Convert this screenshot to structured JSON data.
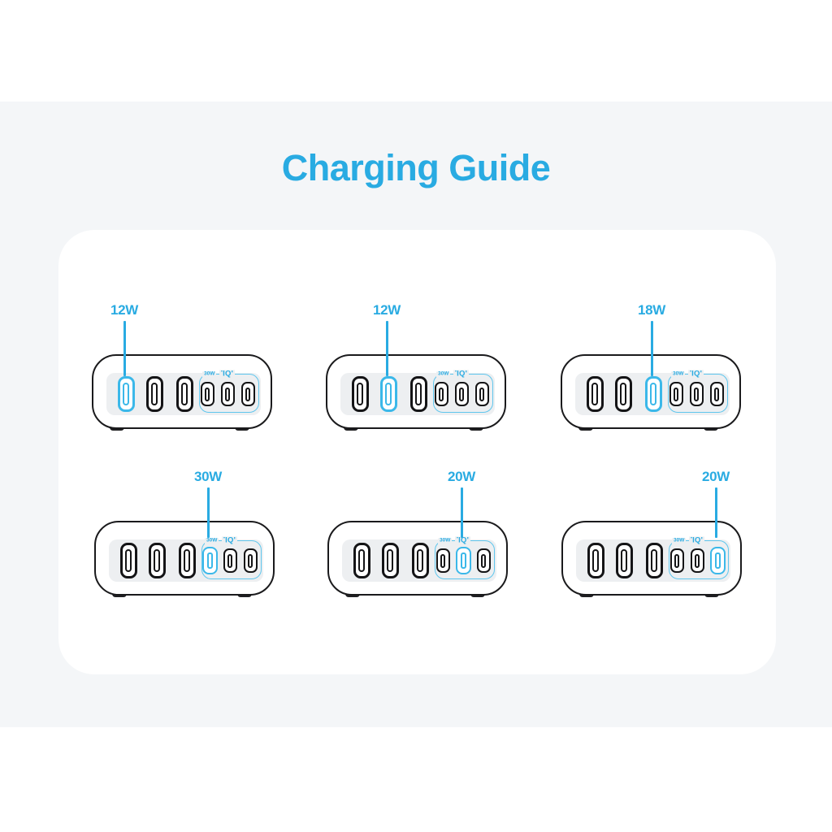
{
  "title": "Charging Guide",
  "colors": {
    "accent": "#29ABE2",
    "port_highlight": "#3BB8E9",
    "iq_box_border": "#5FC6ED",
    "device_outline": "#1A1A1C",
    "band_background": "#F4F6F8",
    "panel_background": "#FFFFFF",
    "port_strip_background": "#EDEFF1"
  },
  "iq_group": {
    "wattage_label": "30W",
    "logo_prefix": "•",
    "logo": "IQ'"
  },
  "chargers": [
    {
      "wattage": "12W",
      "highlighted_port": 1,
      "ports_total": 6
    },
    {
      "wattage": "12W",
      "highlighted_port": 2,
      "ports_total": 6
    },
    {
      "wattage": "18W",
      "highlighted_port": 3,
      "ports_total": 6
    },
    {
      "wattage": "30W",
      "highlighted_port": 4,
      "ports_total": 6
    },
    {
      "wattage": "20W",
      "highlighted_port": 5,
      "ports_total": 6
    },
    {
      "wattage": "20W",
      "highlighted_port": 6,
      "ports_total": 6
    }
  ]
}
